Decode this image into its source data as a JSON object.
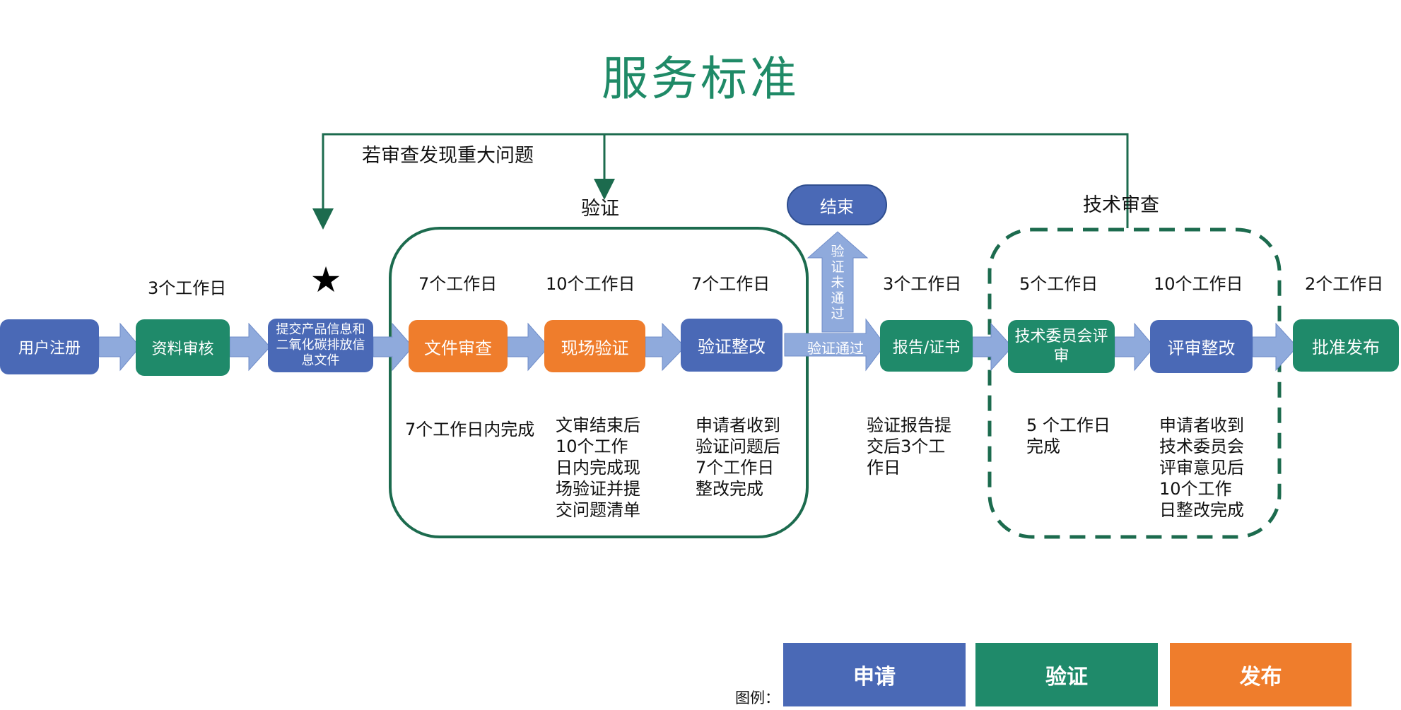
{
  "title": "服务标准",
  "colors": {
    "apply": "#4a69b6",
    "verify": "#1f8a6a",
    "publish": "#ef7d2c",
    "arrow": "#8faadc",
    "frame": "#1c6b4e"
  },
  "feedback_label": "若审查发现重大问题",
  "groups": {
    "verification": "验证",
    "technical_review": "技术审查"
  },
  "star": "★",
  "end_label": "结束",
  "fail_label": [
    "验",
    "证",
    "未",
    "通",
    "过"
  ],
  "pass_label": "验证通过",
  "steps": [
    {
      "label": "用户注册",
      "type": "apply"
    },
    {
      "label": "资料审核",
      "type": "verify"
    },
    {
      "label": "提交产品信息和二氧化碳排放信息文件",
      "type": "apply"
    },
    {
      "label": "文件审查",
      "type": "publish"
    },
    {
      "label": "现场验证",
      "type": "publish"
    },
    {
      "label": "验证整改",
      "type": "apply"
    },
    {
      "label": "报告/证书",
      "type": "verify"
    },
    {
      "label": "技术委员会评审",
      "type": "verify"
    },
    {
      "label": "评审整改",
      "type": "apply"
    },
    {
      "label": "批准发布",
      "type": "verify"
    }
  ],
  "durations": [
    "3个工作日",
    "7个工作日",
    "10个工作日",
    "7个工作日",
    "3个工作日",
    "5个工作日",
    "10个工作日",
    "2个工作日"
  ],
  "notes": [
    "7个工作日内完成",
    "文审结束后10个工作日内完成现场验证并提交问题清单",
    "申请者收到验证问题后7个工作日整改完成",
    "验证报告提交后3个工作日",
    "5 个工作日完成",
    "申请者收到技术委员会评审意见后10个工作日整改完成"
  ],
  "legend": {
    "label": "图例：",
    "items": [
      "申请",
      "验证",
      "发布"
    ]
  }
}
